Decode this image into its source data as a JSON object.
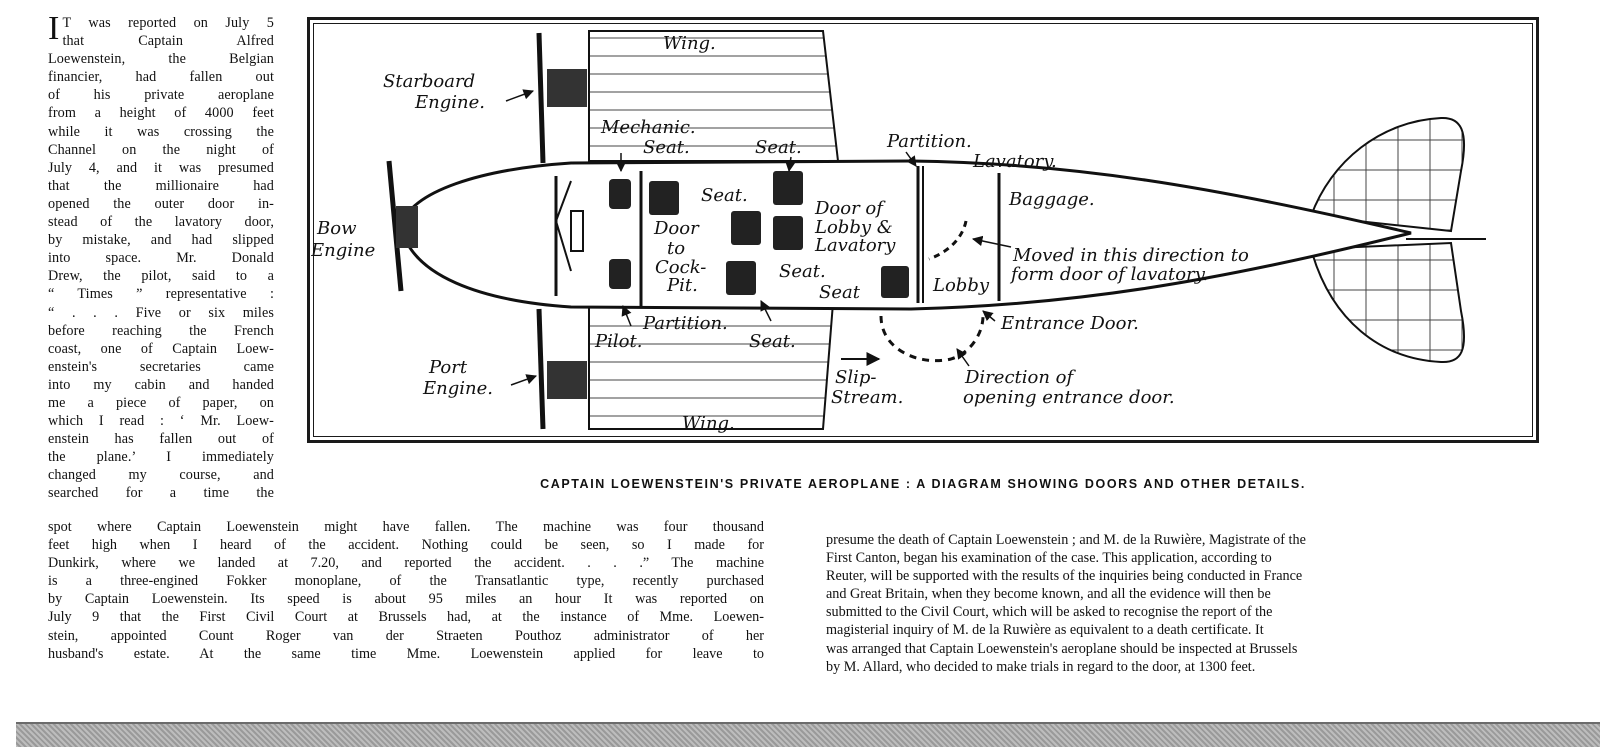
{
  "article": {
    "dropcap": "I",
    "intro_lines": [
      "T was reported on July 5",
      "that Captain Alfred",
      "Loewenstein, the Belgian",
      "financier, had fallen out",
      "of his private aeroplane",
      "from a height of 4000 feet",
      "while it was crossing the",
      "Channel on the night of",
      "July 4, and it was presumed",
      "that the millionaire had",
      "opened the outer door in-",
      "stead of the lavatory door,",
      "by mistake, and had slipped",
      "into space. Mr. Donald",
      "Drew, the pilot, said to a",
      "“ Times ” representative :",
      "“ . . . Five or six miles",
      "before reaching the French",
      "coast, one of Captain Loew-",
      "enstein's secretaries came",
      "into my cabin and handed",
      "me a piece of paper, on",
      "which I read : ‘ Mr. Loew-",
      "enstein has fallen out of",
      "the plane.’ I immediately",
      "changed my course, and",
      "searched for a time the"
    ],
    "left_column_lines": [
      "spot where Captain Loewenstein might have fallen. The machine was four thousand",
      "feet high when I heard of the accident. Nothing could be seen, so I made for",
      "Dunkirk, where we landed at 7.20, and reported the accident. . . .” The machine",
      "is a three-engined Fokker monoplane, of the Transatlantic type, recently purchased",
      "by Captain Loewenstein. Its speed is about 95 miles an hour It was reported on",
      "July 9 that the First Civil Court at Brussels had, at the instance of Mme. Loewen-",
      "stein, appointed Count Roger van der Straeten Pouthoz administrator of her",
      "husband's estate. At the same time Mme. Loewenstein applied for leave to"
    ],
    "right_column_lines": [
      "presume the death of Captain Loewenstein ; and M. de la Ruwière, Magistrate of the",
      "First Canton, began his examination of the case. This application, according to",
      "Reuter, will be supported with the results of the inquiries being conducted in France",
      "and Great Britain, when they become known, and all the evidence will then be",
      "submitted to the Civil Court, which will be asked to recognise the report of the",
      "magisterial inquiry of M. de la Ruwière as equivalent to a death certificate. It",
      "was arranged that Captain Loewenstein's aeroplane should be inspected at Brussels",
      "by M. Allard, who decided to make trials in regard to the door, at 1300 feet."
    ]
  },
  "figure": {
    "caption": "CAPTAIN LOEWENSTEIN'S PRIVATE AEROPLANE : A DIAGRAM SHOWING DOORS AND OTHER DETAILS.",
    "labels": {
      "wing_top": "Wing.",
      "wing_bottom": "Wing.",
      "starboard_1": "Starboard",
      "starboard_2": "Engine.",
      "bow_1": "Bow",
      "bow_2": "Engine",
      "port_1": "Port",
      "port_2": "Engine.",
      "mechanic_1": "Mechanic.",
      "mechanic_2": "Seat.",
      "seat_top": "Seat.",
      "seat_mid": "Seat.",
      "seat_lower": "Seat.",
      "seat_lobby": "Seat",
      "seat_bottom": "Seat.",
      "door_cockpit_1": "Door",
      "door_cockpit_2": "to",
      "door_cockpit_3": "Cock-",
      "door_cockpit_4": "Pit.",
      "door_lobby_1": "Door of",
      "door_lobby_2": "Lobby &",
      "door_lobby_3": "Lavatory",
      "pilot": "Pilot.",
      "partition_bottom": "Partition.",
      "partition_top": "Partition.",
      "lavatory": "Lavatory.",
      "baggage": "Baggage.",
      "moved_1": "Moved in this direction to",
      "moved_2": "form door of lavatory.",
      "lobby": "Lobby",
      "entrance": "Entrance Door.",
      "slip_1": "Slip-",
      "slip_2": "Stream.",
      "direction_1": "Direction of",
      "direction_2": "opening entrance door."
    }
  }
}
